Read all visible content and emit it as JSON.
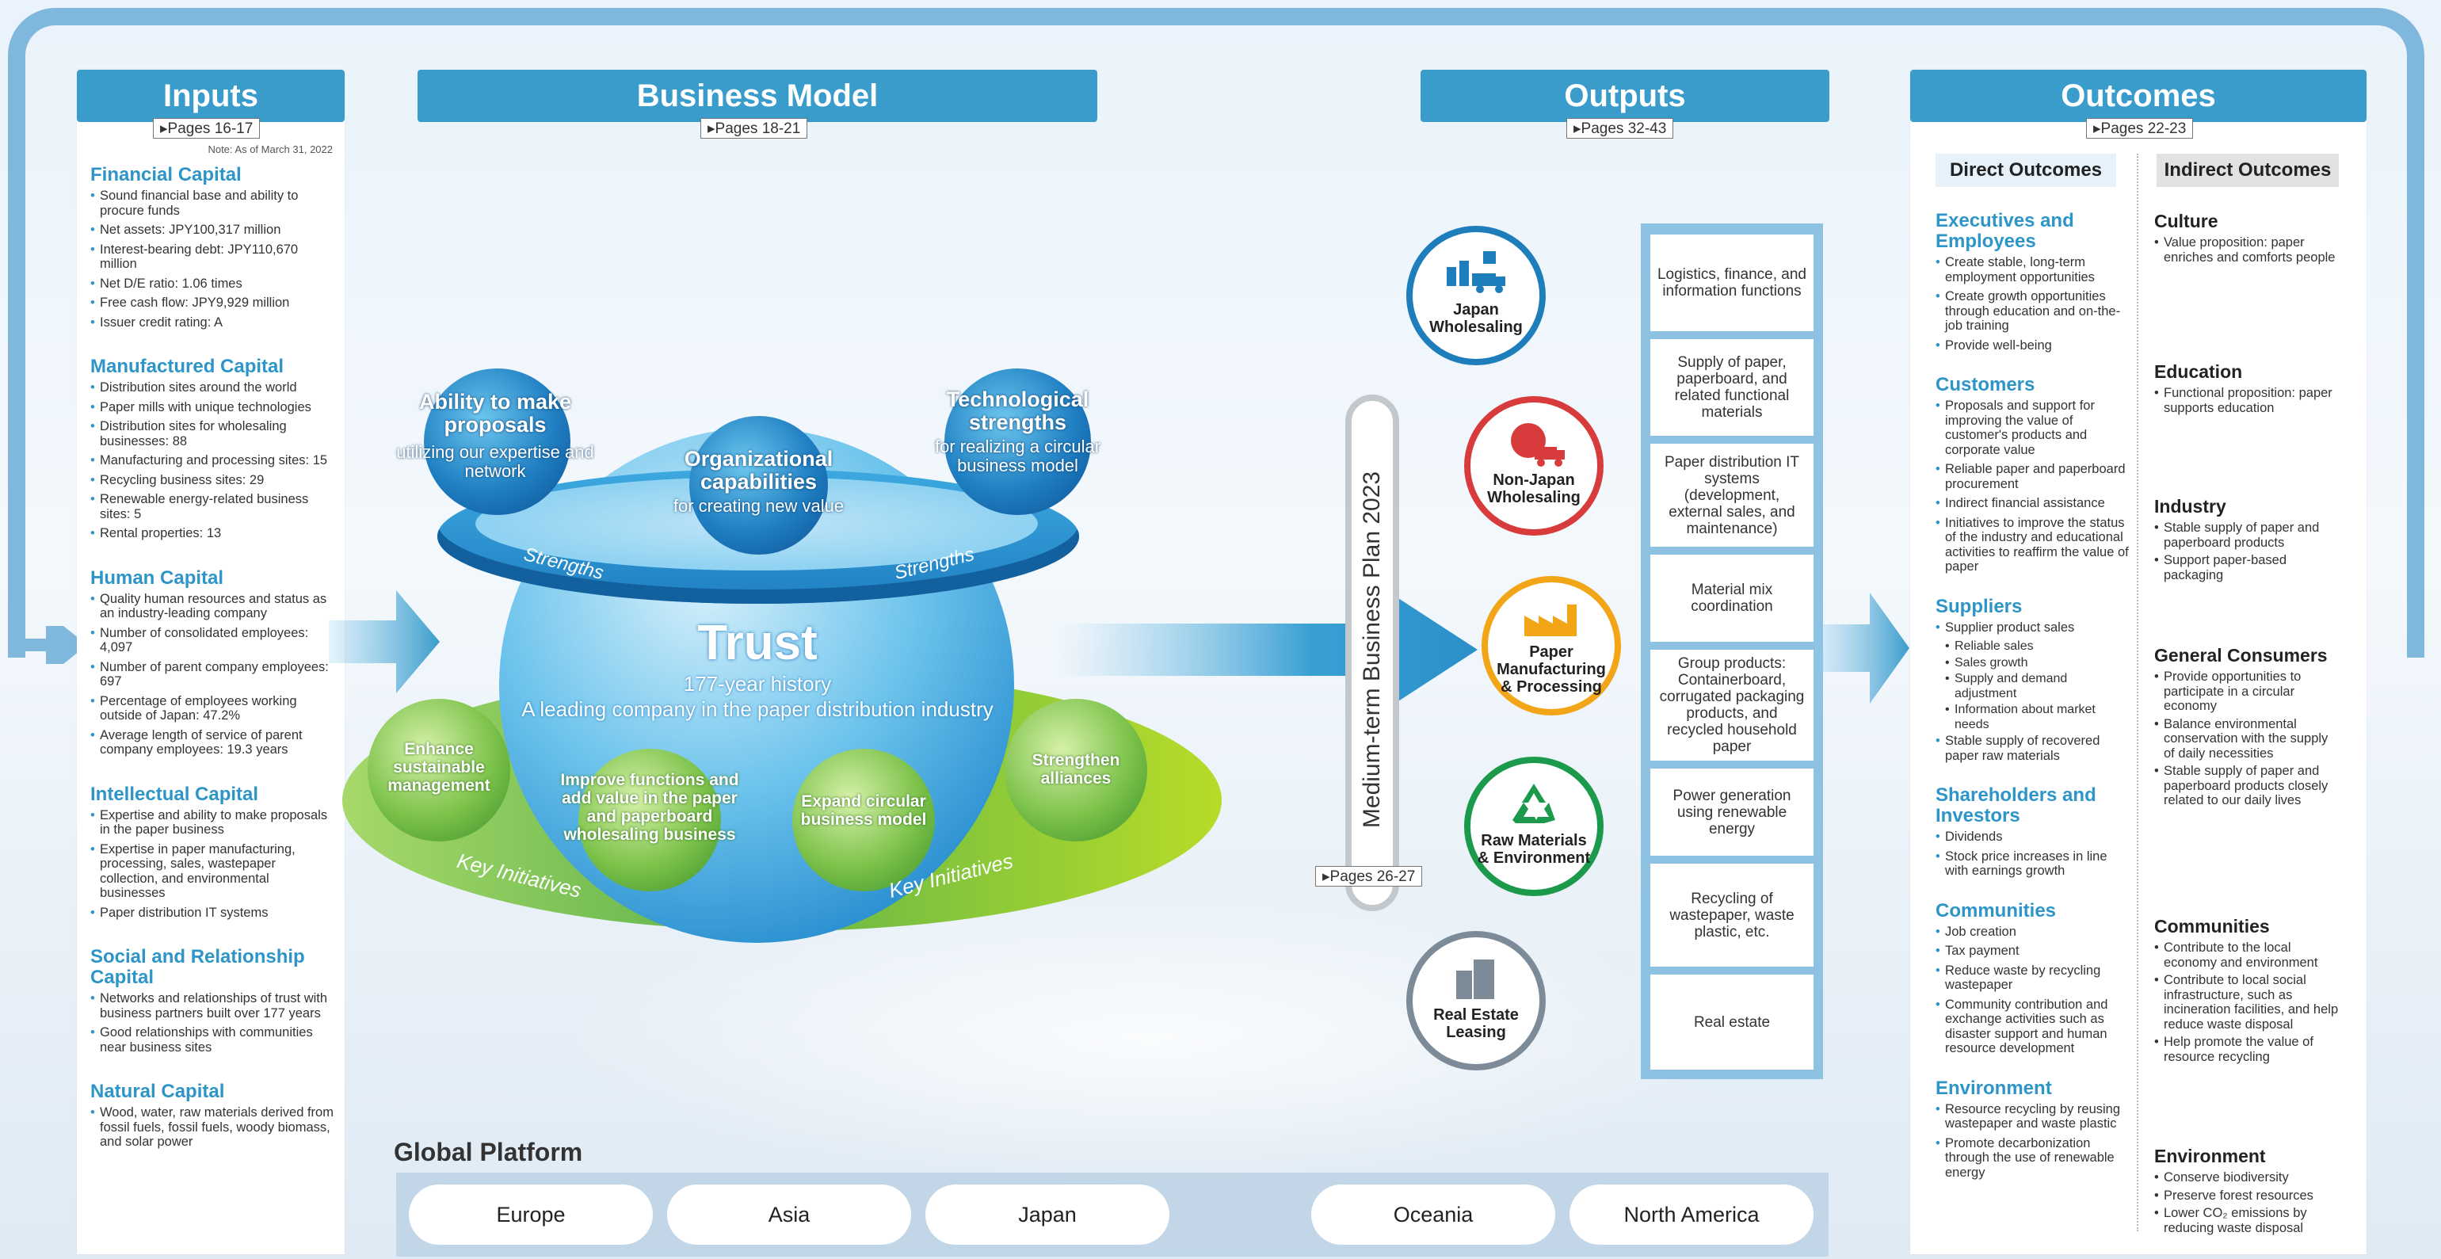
{
  "colors": {
    "accent": "#3a9ccb",
    "title_blue": "#2d95c7",
    "green": "#7cc24a",
    "japan": "#1e7dbb",
    "non_japan": "#d83b3b",
    "paper": "#f2a516",
    "raw": "#1a9a4a",
    "real_estate": "#7d8b99"
  },
  "inputs": {
    "title": "Inputs",
    "pages": "Pages 16-17",
    "note": "Note: As of March 31, 2022",
    "capitals": [
      {
        "title": "Financial Capital",
        "items": [
          "Sound financial base and ability to procure funds",
          "Net assets: JPY100,317 million",
          "Interest-bearing debt: JPY110,670 million",
          "Net D/E ratio: 1.06 times",
          "Free cash flow: JPY9,929 million",
          "Issuer credit rating: A"
        ]
      },
      {
        "title": "Manufactured Capital",
        "items": [
          "Distribution sites around the world",
          "Paper mills with unique technologies",
          "Distribution sites for wholesaling businesses: 88",
          "Manufacturing and processing sites: 15",
          "Recycling business sites: 29",
          "Renewable energy-related business sites: 5",
          "Rental properties: 13"
        ]
      },
      {
        "title": "Human Capital",
        "items": [
          "Quality human resources and status as an industry-leading company",
          "Number of consolidated employees: 4,097",
          "Number of parent company employees: 697",
          "Percentage of employees working outside of Japan: 47.2%",
          "Average length of service of parent company employees: 19.3 years"
        ]
      },
      {
        "title": "Intellectual Capital",
        "items": [
          "Expertise and ability to make proposals in the paper business",
          "Expertise in paper manufacturing, processing, sales, wastepaper collection, and environmental businesses",
          "Paper distribution IT systems"
        ]
      },
      {
        "title": "Social and Relationship Capital",
        "items": [
          "Networks and relationships of trust with business partners built over 177 years",
          "Good relationships with communities near business sites"
        ]
      },
      {
        "title": "Natural Capital",
        "items": [
          "Wood, water, raw materials derived from fossil fuels, fossil fuels, woody biomass, and solar power"
        ]
      }
    ]
  },
  "business_model": {
    "title": "Business Model",
    "pages": "Pages 18-21",
    "strength1_main": "Ability to make proposals",
    "strength1_sub": "utilizing our expertise and network",
    "strength2_main": "Organizational capabilities",
    "strength2_sub": "for creating new value",
    "strength3_main": "Technological strengths",
    "strength3_sub": "for realizing a circular business model",
    "ring_label": "Strengths",
    "trust": "Trust",
    "history": "177-year history",
    "leading": "A leading company in the paper distribution industry",
    "initiatives": [
      "Enhance sustainable management",
      "Improve functions and add value in the paper and paperboard wholesaling business",
      "Expand circular business model",
      "Strengthen alliances"
    ],
    "key_label": "Key Initiatives"
  },
  "plan": {
    "label": "Medium-term Business Plan 2023",
    "pages": "Pages 26-27"
  },
  "outputs": {
    "title": "Outputs",
    "pages": "Pages 32-43",
    "segments": [
      {
        "label": "Japan Wholesaling",
        "icon": "warehouse-truck-icon"
      },
      {
        "label": "Non-Japan Wholesaling",
        "icon": "globe-truck-icon"
      },
      {
        "label": "Paper Manufacturing & Processing",
        "icon": "factory-icon"
      },
      {
        "label": "Raw Materials & Environment",
        "icon": "recycle-icon"
      },
      {
        "label": "Real Estate Leasing",
        "icon": "buildings-icon"
      }
    ],
    "functions": [
      "Logistics, finance, and information functions",
      "Supply of paper, paperboard, and related functional materials",
      "Paper distribution IT systems (development, external sales, and maintenance)",
      "Material mix coordination",
      "Group products: Containerboard, corrugated packaging products, and recycled household paper",
      "Power generation using renewable energy",
      "Recycling of wastepaper, waste plastic, etc.",
      "Real estate"
    ]
  },
  "outcomes": {
    "title": "Outcomes",
    "pages": "Pages 22-23",
    "direct_title": "Direct Outcomes",
    "indirect_title": "Indirect Outcomes",
    "direct": [
      {
        "title": "Executives and Employees",
        "items": [
          "Create stable, long-term employment opportunities",
          "Create growth opportunities through education and on-the-job training",
          "Provide well-being"
        ]
      },
      {
        "title": "Customers",
        "items": [
          "Proposals and support for improving the value of customer's products and corporate value",
          "Reliable paper and paperboard procurement",
          "Indirect financial assistance",
          "Initiatives to improve the status of the industry and educational activities to reaffirm the value of paper"
        ]
      },
      {
        "title": "Suppliers",
        "items": [
          "Supplier product sales"
        ],
        "subitems": [
          "Reliable sales",
          "Sales growth",
          "Supply and demand adjustment",
          "Information about market needs"
        ],
        "items_after": [
          "Stable supply of recovered paper raw materials"
        ]
      },
      {
        "title": "Shareholders and Investors",
        "items": [
          "Dividends",
          "Stock price increases in line with earnings growth"
        ]
      },
      {
        "title": "Communities",
        "items": [
          "Job creation",
          "Tax payment",
          "Reduce waste by recycling wastepaper",
          "Community contribution and exchange activities such as disaster support and human resource development"
        ]
      },
      {
        "title": "Environment",
        "items": [
          "Resource recycling by reusing wastepaper and waste plastic",
          "Promote decarbonization through the use of renewable energy"
        ]
      }
    ],
    "indirect": [
      {
        "title": "Culture",
        "items": [
          "Value proposition: paper enriches and comforts people"
        ]
      },
      {
        "title": "Education",
        "items": [
          "Functional proposition: paper supports education"
        ]
      },
      {
        "title": "Industry",
        "items": [
          "Stable supply of paper and paperboard products",
          "Support paper-based packaging"
        ]
      },
      {
        "title": "General Consumers",
        "items": [
          "Provide opportunities to participate in a circular economy",
          "Balance environmental conservation with the supply of daily necessities",
          "Stable supply of paper and paperboard products closely related to our daily lives"
        ]
      },
      {
        "title": "Communities",
        "items": [
          "Contribute to the local economy and environment",
          "Contribute to local social infrastructure, such as incineration facilities, and help reduce waste disposal",
          "Help promote the value of resource recycling"
        ]
      },
      {
        "title": "Environment",
        "items": [
          "Conserve biodiversity",
          "Preserve forest resources",
          "Lower CO₂ emissions by reducing waste disposal"
        ]
      }
    ]
  },
  "global": {
    "title": "Global Platform",
    "regions": [
      "Europe",
      "Asia",
      "Japan",
      "Oceania",
      "North America"
    ]
  }
}
